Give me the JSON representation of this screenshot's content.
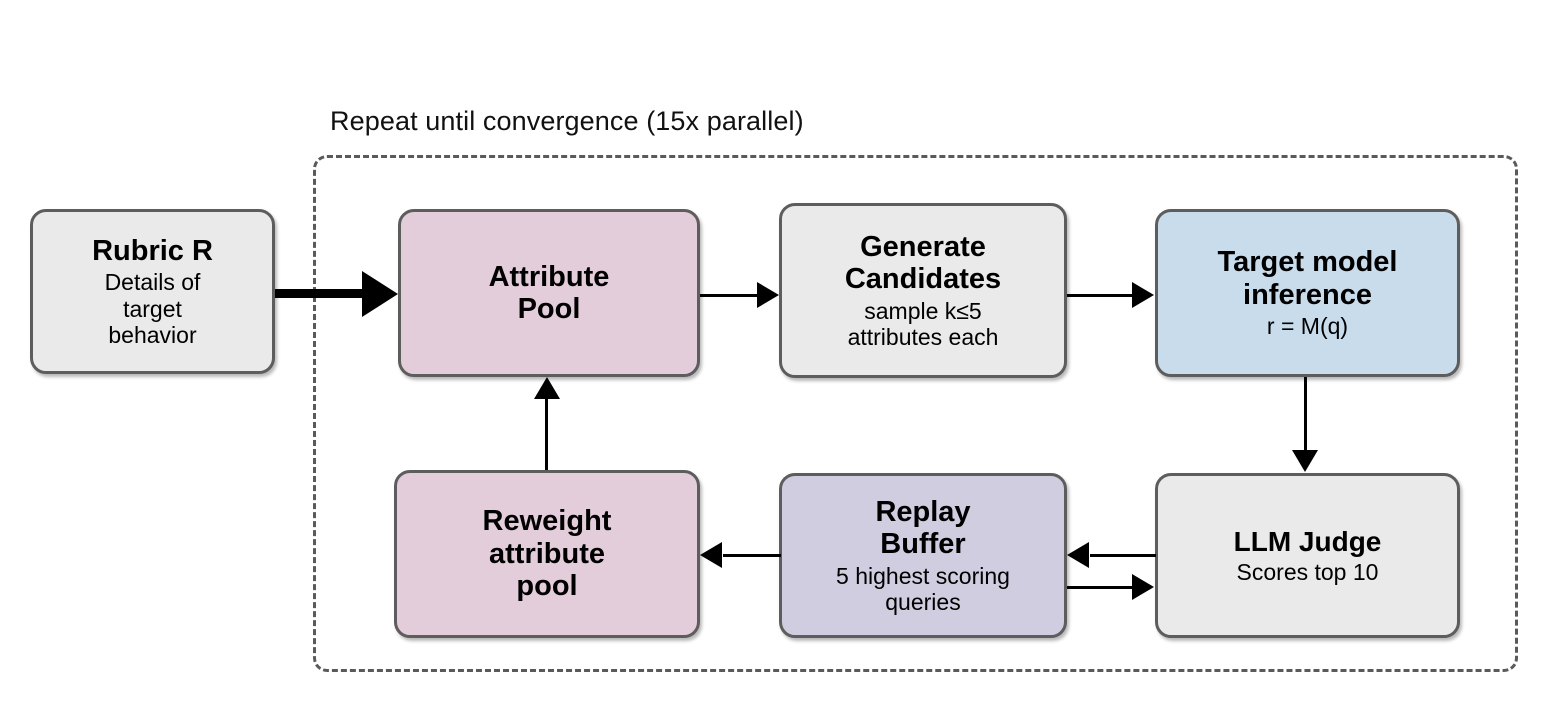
{
  "diagram": {
    "title": "Repeat until convergence (15x parallel)",
    "loop_label": "Repeat until convergence (15x parallel)",
    "colors": {
      "pink": "#e3cdda",
      "grey": "#eaeaea",
      "blue": "#c9dcec",
      "purple": "#d0cde0",
      "border": "#5d5d5d",
      "dashed_border": "#5a5a5a",
      "arrow": "#000000"
    },
    "nodes": [
      {
        "id": "rubric",
        "title": "Rubric R",
        "subtitle": "Details of\ntarget\nbehavior",
        "fill": "grey"
      },
      {
        "id": "attribute-pool",
        "title": "Attribute\nPool",
        "subtitle": "",
        "fill": "pink"
      },
      {
        "id": "generate-candidates",
        "title": "Generate\nCandidates",
        "subtitle": "sample k≤5\nattributes each",
        "fill": "grey"
      },
      {
        "id": "target-model-inference",
        "title": "Target model\ninference",
        "subtitle": "r = M(q)",
        "fill": "blue"
      },
      {
        "id": "llm-judge",
        "title": "LLM Judge",
        "subtitle": "Scores top 10",
        "fill": "grey"
      },
      {
        "id": "replay-buffer",
        "title": "Replay\nBuffer",
        "subtitle": "5 highest scoring\nqueries",
        "fill": "purple"
      },
      {
        "id": "reweight-attribute-pool",
        "title": "Reweight\nattribute\npool",
        "subtitle": "",
        "fill": "pink"
      }
    ],
    "edges": [
      {
        "id": "rubric-to-attribute-pool",
        "from": "rubric",
        "to": "attribute-pool",
        "direction": "right",
        "style": "thick"
      },
      {
        "id": "attribute-pool-to-generate",
        "from": "attribute-pool",
        "to": "generate-candidates",
        "direction": "right",
        "style": "thin"
      },
      {
        "id": "generate-to-target-model",
        "from": "generate-candidates",
        "to": "target-model-inference",
        "direction": "right",
        "style": "thin"
      },
      {
        "id": "target-model-to-llm-judge",
        "from": "target-model-inference",
        "to": "llm-judge",
        "direction": "down",
        "style": "thin"
      },
      {
        "id": "llm-judge-to-replay-buffer",
        "from": "llm-judge",
        "to": "replay-buffer",
        "direction": "left",
        "style": "thin"
      },
      {
        "id": "replay-buffer-to-llm-judge",
        "from": "replay-buffer",
        "to": "llm-judge",
        "direction": "right",
        "style": "thin"
      },
      {
        "id": "replay-buffer-to-reweight",
        "from": "replay-buffer",
        "to": "reweight-attribute-pool",
        "direction": "left",
        "style": "thin"
      },
      {
        "id": "reweight-to-attribute-pool",
        "from": "reweight-attribute-pool",
        "to": "attribute-pool",
        "direction": "up",
        "style": "thin"
      }
    ]
  }
}
